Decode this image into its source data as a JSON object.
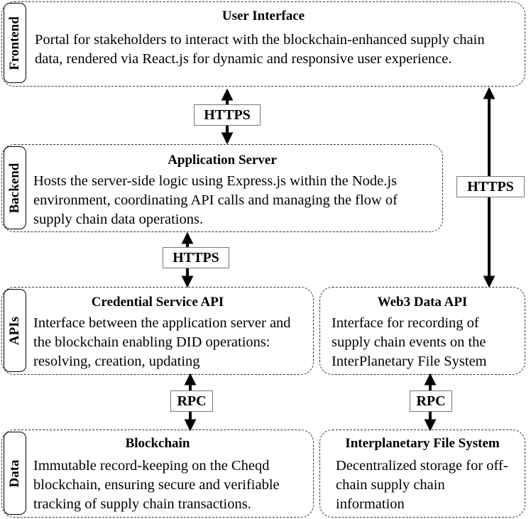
{
  "layers": {
    "frontend": "Frontend",
    "backend": "Backend",
    "apis": "APIs",
    "data": "Data"
  },
  "boxes": {
    "user_interface": {
      "title": "User Interface",
      "lines": [
        "Portal for stakeholders to interact with the blockchain-enhanced supply chain",
        "data, rendered via React.js for dynamic and responsive user experience."
      ]
    },
    "application_server": {
      "title": "Application Server",
      "lines": [
        "Hosts the server-side logic using Express.js within the Node.js",
        "environment, coordinating API calls and managing the flow of",
        "supply chain data operations."
      ]
    },
    "credential_service_api": {
      "title": "Credential Service API",
      "lines": [
        "Interface between the application server and",
        "the blockchain enabling DID operations:",
        "resolving, creation, updating"
      ]
    },
    "web3_data_api": {
      "title": "Web3 Data API",
      "lines": [
        "Interface for recording of",
        "supply chain events on the",
        "InterPlanetary File System"
      ]
    },
    "blockchain": {
      "title": "Blockchain",
      "lines": [
        "Immutable record-keeping on the Cheqd",
        "blockchain, ensuring secure and verifiable",
        "tracking of supply chain transactions."
      ]
    },
    "ipfs": {
      "title": "Interplanetary File System",
      "lines": [
        "Decentralized storage for off-",
        "chain supply chain",
        "information"
      ]
    }
  },
  "connections": {
    "ui_to_server": "HTTPS",
    "server_to_credential": "HTTPS",
    "ui_to_web3": "HTTPS",
    "credential_to_blockchain": "RPC",
    "web3_to_ipfs": "RPC"
  }
}
